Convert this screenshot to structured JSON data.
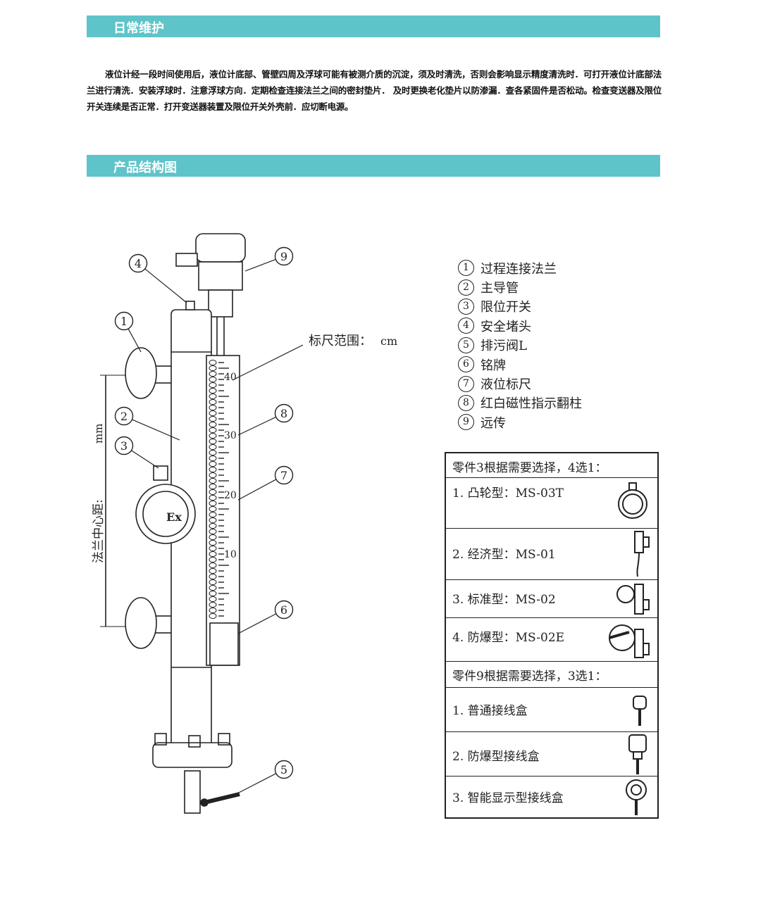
{
  "sections": {
    "maintenance_title": "日常维护",
    "structure_title": "产品结构图"
  },
  "maintenance_text": "液位计经一段时间使用后，液位计底部、管壁四周及浮球可能有被测介质的沉淀，须及时清洗，否则会影响显示精度清洗时．可打开液位计底部法兰进行清洗．安装浮球时．注意浮球方向．定期检查连接法兰之间的密封垫片． 及时更换老化垫片以防渗漏．查各紧固件是否松动。检查变送器及限位开关连续是否正常．打开变送器装置及限位开关外壳前．应切断电源。",
  "diagram": {
    "scale_range_label": "标尺范围：",
    "scale_unit": "cm",
    "dim_unit": "mm",
    "dim_label": "法兰中心距:",
    "scale_ticks": [
      "40",
      "30",
      "20",
      "10"
    ],
    "callouts": [
      "1",
      "2",
      "3",
      "4",
      "5",
      "6",
      "7",
      "8",
      "9"
    ],
    "ex_mark": "Ex"
  },
  "legend": [
    {
      "num": "1",
      "label": "过程连接法兰"
    },
    {
      "num": "2",
      "label": "主导管"
    },
    {
      "num": "3",
      "label": "限位开关"
    },
    {
      "num": "4",
      "label": "安全堵头"
    },
    {
      "num": "5",
      "label": "排污阀L"
    },
    {
      "num": "6",
      "label": "铭牌"
    },
    {
      "num": "7",
      "label": "液位标尺"
    },
    {
      "num": "8",
      "label": "红白磁性指示翻柱"
    },
    {
      "num": "9",
      "label": "远传"
    }
  ],
  "table": {
    "header1": "零件3根据需要选择，4选1：",
    "opts1": [
      "1. 凸轮型：MS-03T",
      "2. 经济型：MS-01",
      "3. 标准型：MS-02",
      "4. 防爆型：MS-02E"
    ],
    "header2": "零件9根据需要选择，3选1：",
    "opts2": [
      "1. 普通接线盒",
      "2. 防爆型接线盒",
      "3. 智能显示型接线盒"
    ]
  },
  "colors": {
    "accent": "#5fc4c9"
  }
}
